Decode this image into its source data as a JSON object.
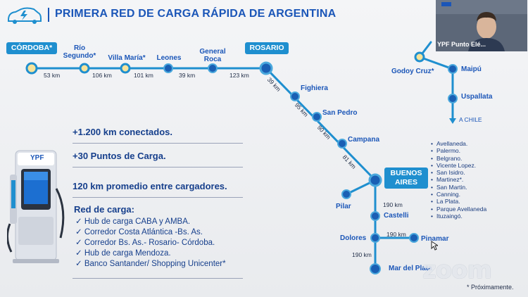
{
  "header": {
    "title": "PRIMERA RED DE CARGA RÁPIDA DE ARGENTINA",
    "logo_icon": "ev-car-charging-icon"
  },
  "route": {
    "cordoba_label": "CÓRDOBA*",
    "rosario_label": "ROSARIO",
    "buenos_aires_label": "BUENOS AIRES",
    "stops": {
      "rio_segundo": "Río Segundo*",
      "villa_maria": "Villa María*",
      "leones": "Leones",
      "general_roca": "General Roca",
      "fighiera": "Fighiera",
      "san_pedro": "San Pedro",
      "campana": "Campana",
      "pilar": "Pilar",
      "castelli": "Castelli",
      "dolores": "Dolores",
      "pinamar": "Pinamar",
      "mar_del_plata": "Mar del Plata",
      "godoy_cruz": "Godoy Cruz*",
      "maipu": "Maipú",
      "uspallata": "Uspallata",
      "a_chile": "A CHILE"
    },
    "distances": {
      "cordoba_rio_segundo": "53 km",
      "rio_segundo_villa_maria": "106 km",
      "villa_maria_leones": "101 km",
      "leones_general_roca": "39 km",
      "general_roca_rosario": "123 km",
      "rosario_fighiera": "39 km",
      "fighiera_san_pedro": "95 km",
      "san_pedro_campana": "90 km",
      "campana_buenos_aires": "81 km",
      "buenos_aires_castelli": "190 km",
      "castelli_pinamar": "190 km",
      "dolores_mar_del_plata": "190 km"
    }
  },
  "stats": {
    "connected": "+1.200 km conectados.",
    "points": "+30 Puntos de Carga.",
    "average": "120 km promedio entre cargadores."
  },
  "network": {
    "title": "Red de carga:",
    "items": [
      "Hub de carga CABA y AMBA.",
      "Corredor Costa Atlántica -Bs. As.",
      "Corredor Bs. As.- Rosario- Córdoba.",
      "Hub de carga Mendoza.",
      "Banco Santander/ Shopping Unicenter*"
    ]
  },
  "buenos_aires_list": [
    "Avellaneda.",
    "Palermo.",
    "Belgrano.",
    "Vicente Lopez.",
    "San Isidro.",
    "Martinez*.",
    "San Martin.",
    "Canning.",
    "La Plata.",
    "Parque Avellaneda",
    "Ituzaingó."
  ],
  "charger": {
    "brand": "YPF"
  },
  "video": {
    "participant_name": "YPF Punto Elé..."
  },
  "footer": {
    "note": "* Próximamente.",
    "watermark": "zoom"
  },
  "colors": {
    "accent": "#1b56b8",
    "line": "#1f8fcf",
    "node_dark": "#1a5fb4",
    "node_highlight": "#f6e39a"
  }
}
